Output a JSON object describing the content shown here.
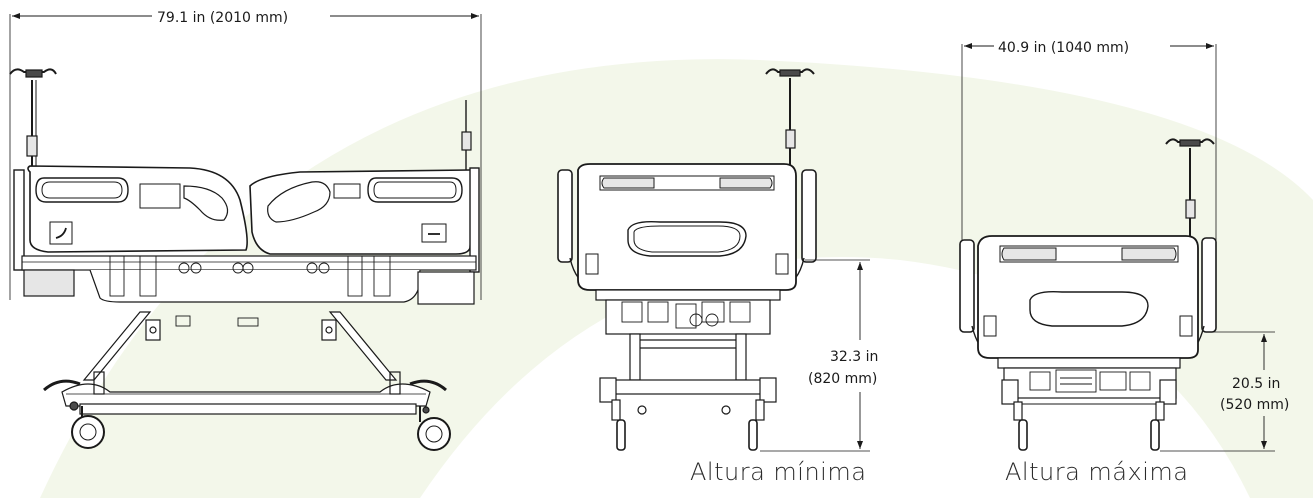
{
  "colors": {
    "background": "#ffffff",
    "watermark": "#f3f7ea",
    "line": "#1a1a1a",
    "fill_dark": "#4a4a4a",
    "fill_mid": "#e6e6e6"
  },
  "dimensions": {
    "length": "79.1 in (2010 mm)",
    "width": "40.9 in (1040 mm)",
    "min_height_in": "32.3 in",
    "min_height_mm": "(820 mm)",
    "max_height_in": "20.5 in",
    "max_height_mm": "(520 mm)"
  },
  "captions": {
    "min": "Altura mínima",
    "max": "Altura máxima"
  }
}
